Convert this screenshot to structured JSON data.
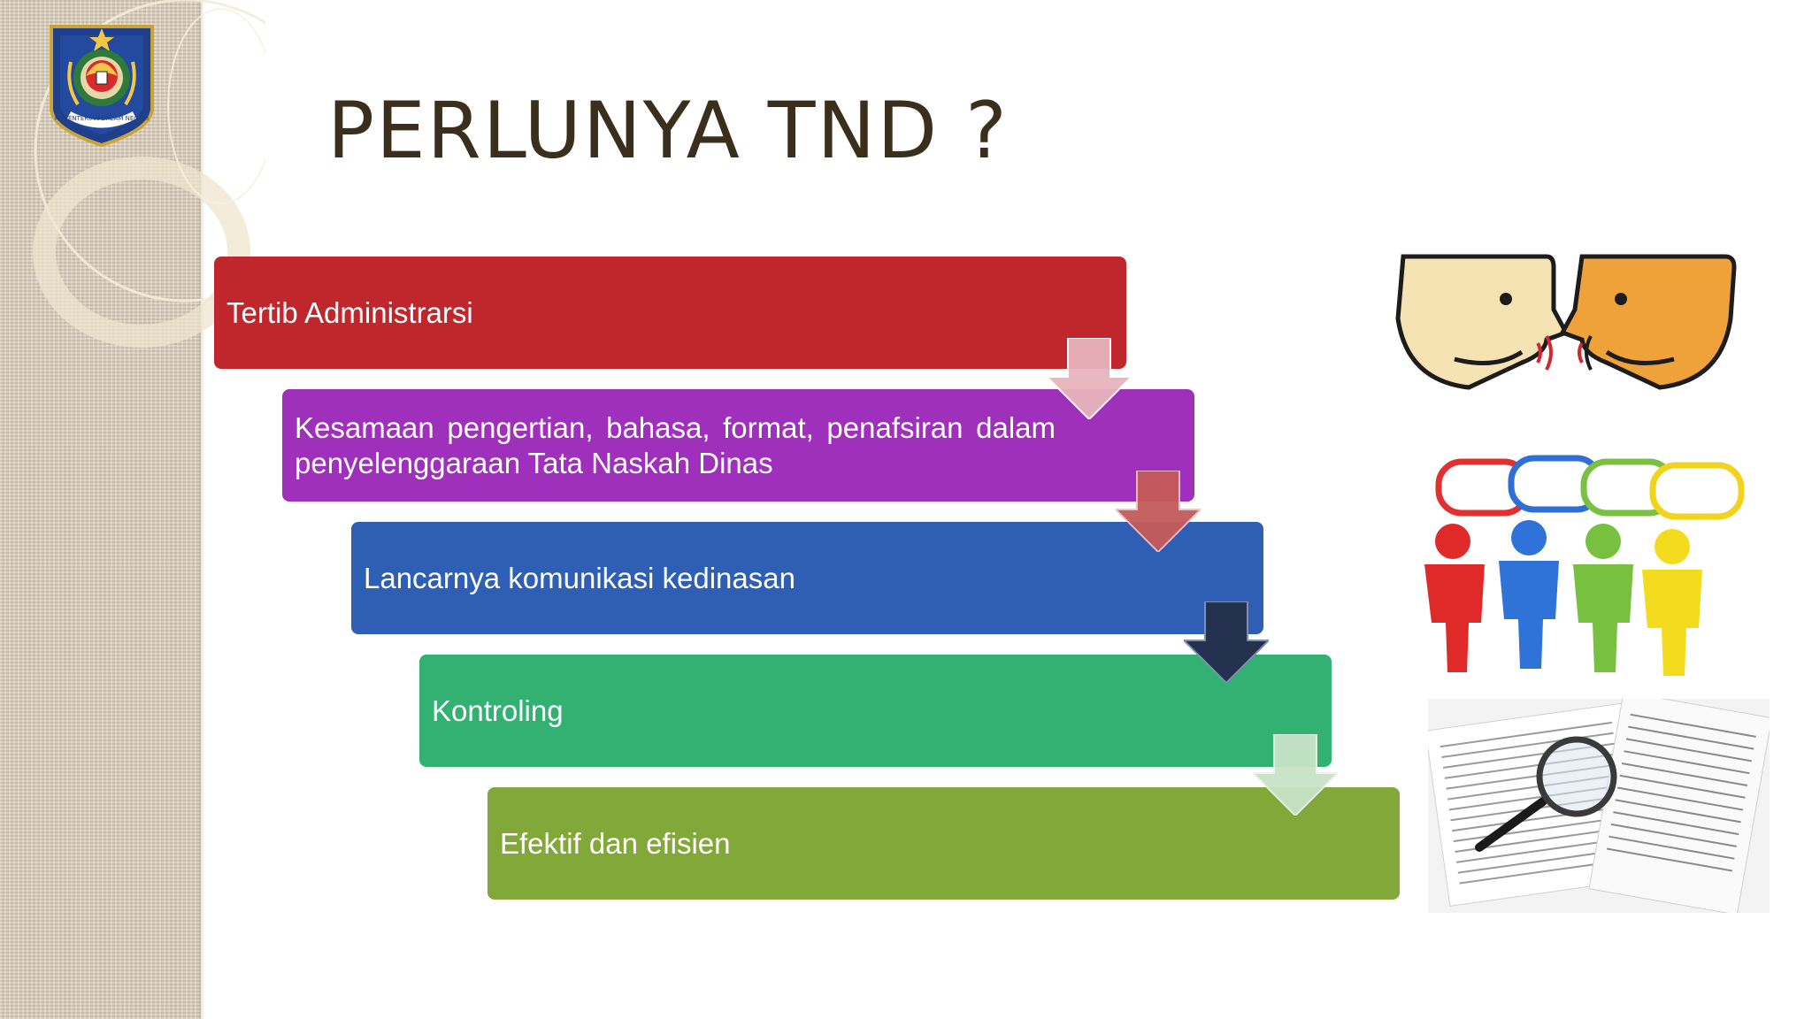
{
  "slide": {
    "title": "PERLUNYA TND ?",
    "emblem_text": "KEMENTERIAN DALAM NEGERI"
  },
  "steps": [
    {
      "label": "Tertib Administrarsi",
      "color": "#c0272d"
    },
    {
      "label": "Kesamaan pengertian, bahasa, format, penafsiran dalam penyelenggaraan Tata Naskah Dinas",
      "color": "#9e30bc"
    },
    {
      "label": "Lancarnya komunikasi kedinasan",
      "color": "#2e5fb4"
    },
    {
      "label": "Kontroling",
      "color": "#33b173"
    },
    {
      "label": "Efektif dan efisien",
      "color": "#82a839"
    }
  ],
  "connector_arrows": [
    {
      "icon": "arrow-down-icon",
      "color": "#e8b4bd"
    },
    {
      "icon": "arrow-down-icon",
      "color": "#c45a5a"
    },
    {
      "icon": "arrow-down-icon",
      "color": "#25324f"
    },
    {
      "icon": "arrow-down-icon",
      "color": "#c8e3c8"
    }
  ],
  "illustrations": [
    {
      "icon": "talking-faces-icon"
    },
    {
      "icon": "people-speech-bubbles-icon"
    },
    {
      "icon": "documents-magnifier-icon"
    }
  ]
}
